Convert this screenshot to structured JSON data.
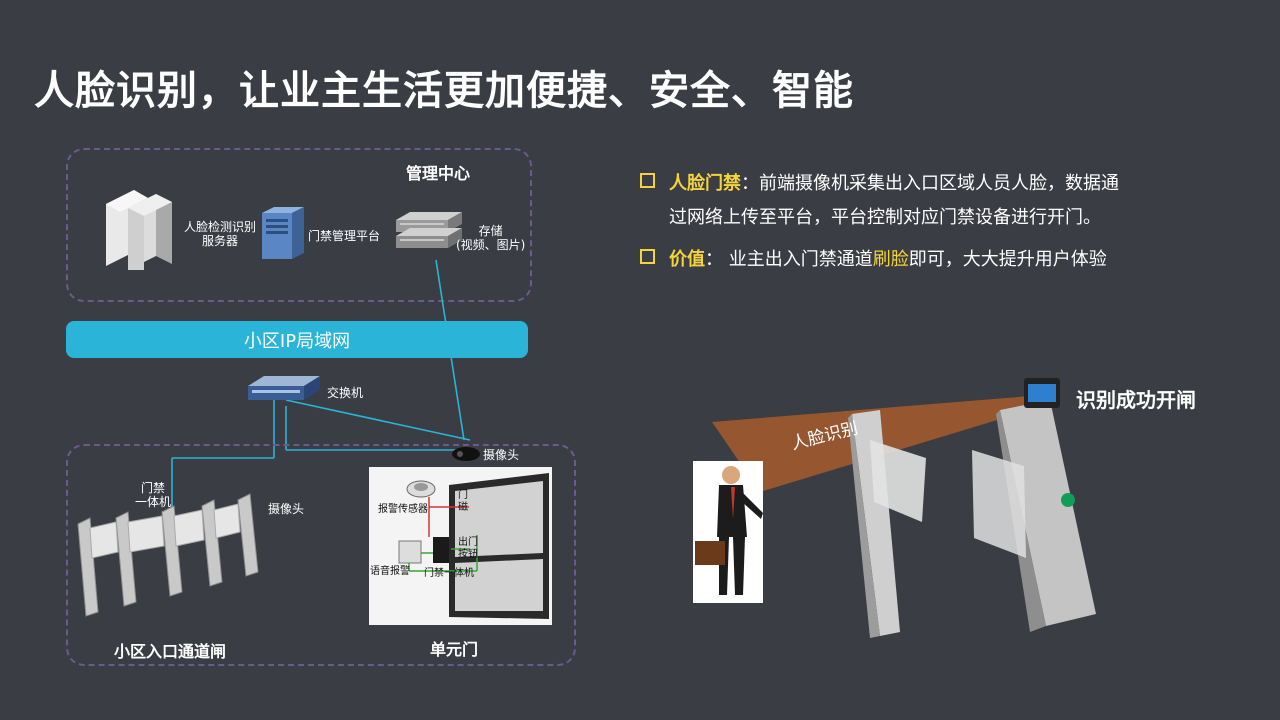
{
  "title": "人脸识别，让业主生活更加便捷、安全、智能",
  "diagram": {
    "mgmt_center": "管理中心",
    "server": "人脸检测识别\n服务器",
    "platform": "门禁管理平台",
    "storage": "存储\n(视频、图片)",
    "lan": "小区IP局域网",
    "switch": "交换机",
    "camera_top": "摄像头",
    "camera_left": "摄像头",
    "door_terminal": "门禁\n一体机",
    "alarm_sensor": "报警传感器",
    "door_magnet": "门\n磁",
    "exit_button": "出门\n按钮",
    "voice_alarm": "语音报警",
    "door_unit": "门禁一体机",
    "entrance_gate": "小区入口通道闸",
    "unit_door": "单元门"
  },
  "bullets": [
    {
      "head": "人脸门禁",
      "sep": "：",
      "text": "前端摄像机采集出入口区域人员人脸，数据通",
      "line2": "过网络上传至平台，平台控制对应门禁设备进行开门。"
    },
    {
      "head": "价值",
      "sep": "：",
      "text_a": "业主出入门禁通道",
      "text_hl": "刷脸",
      "text_b": "即可，大大提升用户体验"
    }
  ],
  "illustration": {
    "beam_label": "人脸识别",
    "success_label": "识别成功开闸"
  },
  "colors": {
    "background": "#3a3d44",
    "accent": "#f5d33a",
    "lan": "#2ab4d8",
    "dashed": "#6b5a8f"
  }
}
